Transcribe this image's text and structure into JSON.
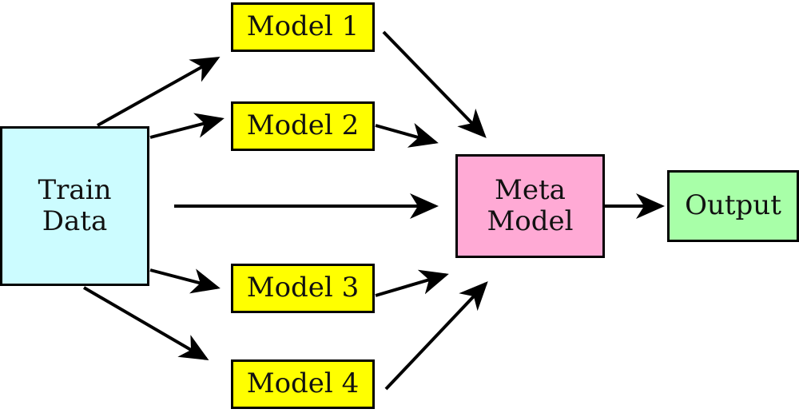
{
  "diagram": {
    "train_data": {
      "line1": "Train",
      "line2": "Data",
      "color": "#ccfcff"
    },
    "models": [
      {
        "label": "Model 1",
        "color": "#ffff00"
      },
      {
        "label": "Model 2",
        "color": "#ffff00"
      },
      {
        "label": "Model 3",
        "color": "#ffff00"
      },
      {
        "label": "Model 4",
        "color": "#ffff00"
      }
    ],
    "meta_model": {
      "line1": "Meta",
      "line2": "Model",
      "color": "#ffaad5"
    },
    "output": {
      "label": "Output",
      "color": "#a8ffa8"
    },
    "arrow_color": "#000000"
  }
}
